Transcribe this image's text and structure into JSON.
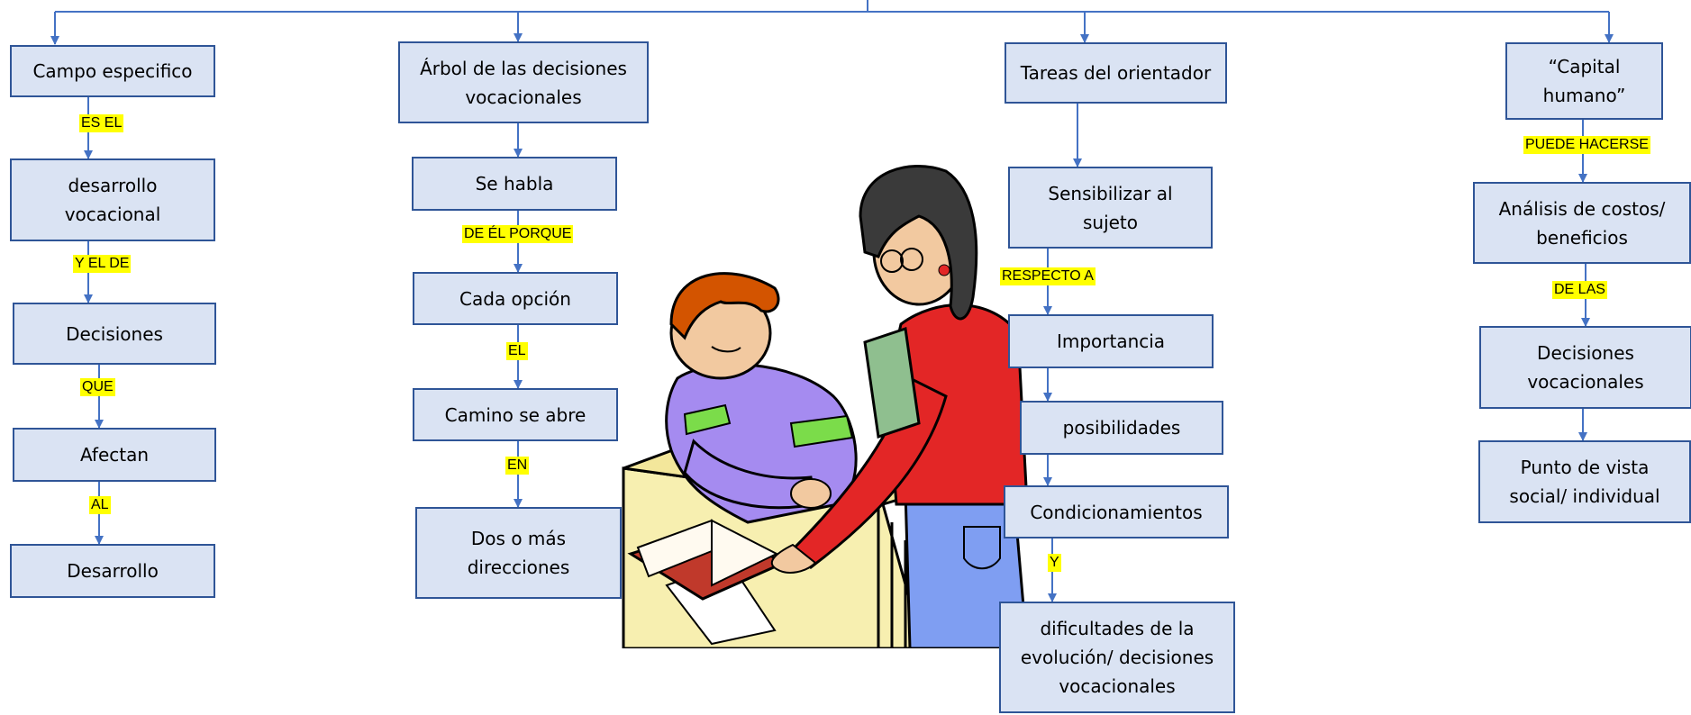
{
  "colors": {
    "box_fill": "#dae3f3",
    "box_border": "#2f5597",
    "connector": "#4472c4",
    "label_highlight": "#ffff00"
  },
  "branch1": {
    "n1": "Campo especifico",
    "l1": "ES EL",
    "n2": "desarrollo\nvocacional",
    "l2": "Y EL DE",
    "n3": "Decisiones",
    "l3": "QUE",
    "n4": "Afectan",
    "l4": "AL",
    "n5": "Desarrollo"
  },
  "branch2": {
    "n1": "Árbol de las decisiones\nvocacionales",
    "n2": "Se habla",
    "l2": "DE ÉL PORQUE",
    "n3": "Cada opción",
    "l3": "EL",
    "n4": "Camino se abre",
    "l4": "EN",
    "n5": "Dos o más\ndirecciones"
  },
  "branch3": {
    "n1": "Tareas del orientador",
    "n2": "Sensibilizar al\nsujeto",
    "l2": "RESPECTO A",
    "n3": "Importancia",
    "n4": "posibilidades",
    "n5": "Condicionamientos",
    "l5": "Y",
    "n6": "dificultades de la\nevolución/ decisiones\nvocacionales"
  },
  "branch4": {
    "n1": "“Capital\nhumano”",
    "l1": "PUEDE HACERSE",
    "n2": "Análisis de costos/\nbeneficios",
    "l2": "DE LAS",
    "n3": "Decisiones\nvocacionales",
    "n4": "Punto de vista\nsocial/ individual"
  },
  "illustration": {
    "icon": "teacher-helping-student-clipart"
  }
}
